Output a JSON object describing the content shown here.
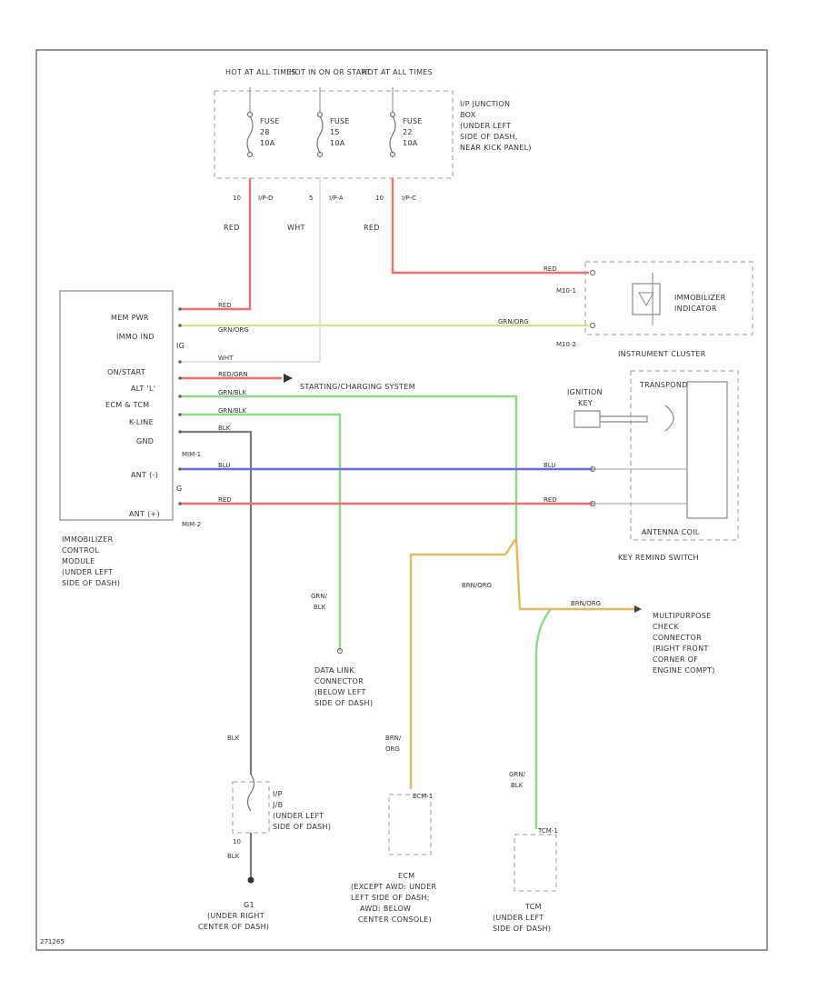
{
  "sources": {
    "hot_at_all_times_1": "HOT AT ALL TIMES",
    "hot_in_on_or_start": "HOT IN ON OR START",
    "hot_at_all_times_2": "HOT AT ALL TIMES"
  },
  "fuses": [
    {
      "name": "FUSE",
      "num": "28",
      "amp": "10A",
      "pin": "10",
      "conn": "I/P-D",
      "wire": "RED"
    },
    {
      "name": "FUSE",
      "num": "15",
      "amp": "10A",
      "pin": "5",
      "conn": "I/P-A",
      "wire": "WHT"
    },
    {
      "name": "FUSE",
      "num": "22",
      "amp": "10A",
      "pin": "10",
      "conn": "I/P-C",
      "wire": "RED"
    }
  ],
  "junction_box": [
    "I/P JUNCTION",
    "BOX",
    "(UNDER LEFT",
    "SIDE OF DASH,",
    "NEAR KICK PANEL)"
  ],
  "immobilizer_module": {
    "pins": [
      "MEM PWR",
      "IMMO IND",
      "IG",
      "ON/START",
      "ALT 'L'",
      "ECM & TCM",
      "K-LINE",
      "GND",
      "ANT (-)",
      "G",
      "ANT (+)"
    ],
    "connector_1": "MIM-1",
    "connector_2": "MIM-2",
    "caption": [
      "IMMOBILIZER",
      "CONTROL",
      "MODULE",
      "(UNDER LEFT",
      "SIDE OF DASH)"
    ]
  },
  "wire_labels": {
    "mem_pwr": "RED",
    "immo_ind": "GRN/ORG",
    "ig": "WHT",
    "on_start": "RED/GRN",
    "alt_l": "GRN/BLK",
    "ecm_tcm": "GRN/BLK",
    "k_line": "BLK",
    "ant_minus": "BLU",
    "ant_plus": "RED",
    "starting_system": "STARTING/CHARGING SYSTEM",
    "indicator_red": "RED",
    "indicator_grn": "GRN/ORG",
    "ant_minus_right": "BLU",
    "ant_plus_right": "RED",
    "dlc_upper": "GRN/",
    "dlc_lower": "BLK",
    "ecm_upper": "BRN/",
    "ecm_lower": "ORG",
    "split": "BRN/ORG",
    "check_connector": "BRN/ORG",
    "tcm_upper": "GRN/",
    "tcm_lower": "BLK",
    "gnd_upper": "BLK",
    "gnd_lower": "BLK"
  },
  "indicator": {
    "caption": [
      "IMMOBILIZER",
      "INDICATOR"
    ],
    "connector_1": "M10-1",
    "connector_2": "M10-2"
  },
  "instrument_cluster": "INSTRUMENT CLUSTER",
  "ignition_key": [
    "IGNITION",
    "KEY"
  ],
  "transponder": "TRANSPONDER",
  "antenna_coil": "ANTENNA COIL",
  "key_switch": "KEY REMIND SWITCH",
  "dlc": [
    "DATA LINK",
    "CONNECTOR",
    "(BELOW LEFT",
    "SIDE OF DASH)"
  ],
  "check_connector": [
    "MULTIPURPOSE",
    "CHECK",
    "CONNECTOR",
    "(RIGHT FRONT",
    "CORNER OF",
    "ENGINE COMPT)"
  ],
  "ground_junction": {
    "label": [
      "I/P",
      "J/B",
      "(UNDER LEFT",
      "SIDE OF DASH)"
    ],
    "pin": "10"
  },
  "ground": {
    "label": [
      "G1",
      "(UNDER RIGHT",
      "CENTER OF DASH)"
    ]
  },
  "ecm": {
    "pin": "ECM-1",
    "label": [
      "ECM",
      "(EXCEPT AWD: UNDER",
      "LEFT SIDE OF DASH;",
      "AWD: BELOW",
      "CENTER CONSOLE)"
    ]
  },
  "tcm": {
    "pin": "TCM-1",
    "label": [
      "TCM",
      "(UNDER LEFT",
      "SIDE OF DASH)"
    ]
  },
  "footer_code": "271265",
  "colors": {
    "red": "#f07070",
    "blue": "#6a6af0",
    "green": "#8fd68f",
    "yellow_green": "#d6e08a",
    "orange": "#e8b860",
    "gray": "#7a7a7a",
    "white": "#cfcfcf"
  }
}
